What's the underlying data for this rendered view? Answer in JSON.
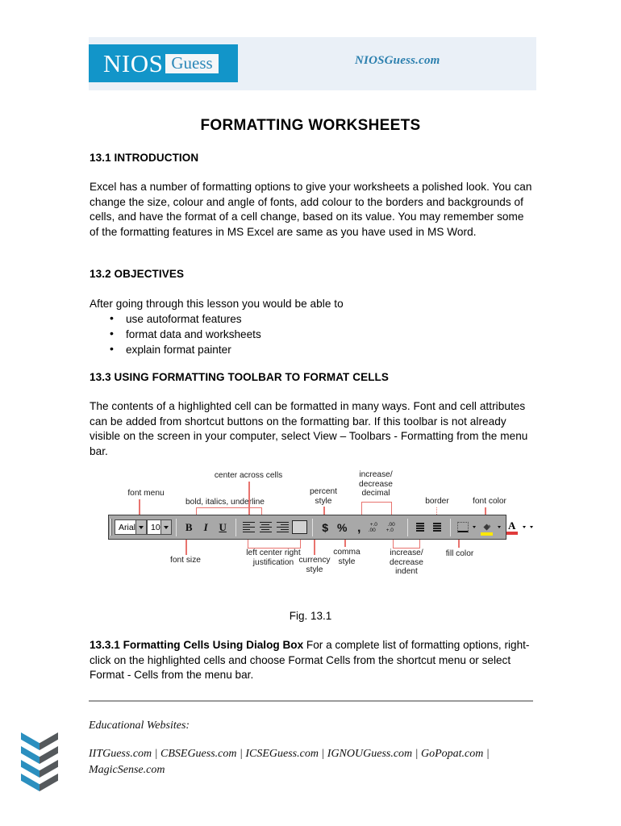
{
  "header": {
    "logo_primary": "NIOS",
    "logo_secondary": "Guess",
    "site_name": "NIOSGuess.com",
    "band_color": "#eaf0f7",
    "logo_color": "#1295c9",
    "site_name_color": "#2b7fae"
  },
  "document": {
    "title": "FORMATTING WORKSHEETS",
    "sections": [
      {
        "heading": "13.1 INTRODUCTION",
        "body": "Excel has a number of formatting options to give your worksheets a polished look.  You can change the size, colour and angle of fonts, add colour to the borders and backgrounds of cells, and have the format of a cell change, based on its value.  You may remember some of the formatting features in MS Excel are same as you have used in MS Word."
      },
      {
        "heading": "13.2 OBJECTIVES",
        "body": "After going through  this lesson you would be  able to",
        "bullets": [
          "use autoformat features",
          "format data and worksheets",
          "explain format painter"
        ]
      },
      {
        "heading": "13.3 USING FORMATTING TOOLBAR TO FORMAT CELLS",
        "body": "The contents of a highlighted cell can be formatted in many ways. Font and cell attributes can be added from shortcut buttons on the formatting bar. If this toolbar is not already visible on the screen in your computer, select  View – Toolbars  - Formatting from the menu bar."
      }
    ],
    "figure_caption": "Fig. 13.1",
    "subsection": {
      "heading": "13.3.1 Formatting Cells Using Dialog Box",
      "body": " For a complete list of formatting options, right-click on the highlighted cells and choose Format Cells from the shortcut menu or select Format - Cells from the menu bar."
    }
  },
  "figure": {
    "leader_color": "#e8736e",
    "toolbar_bg": "#a8a8a8",
    "toolbar": {
      "font_name": "Arial",
      "font_size": "10",
      "bold": "B",
      "italic": "I",
      "underline": "U",
      "currency": "$",
      "percent": "%",
      "comma": ",",
      "increase_decimal_top": "+.0",
      "increase_decimal_bottom": ".00",
      "decrease_decimal_top": ".00",
      "decrease_decimal_bottom": "+.0",
      "font_color_letter": "A",
      "fill_color_swatch": "#ffe800",
      "font_color_swatch": "#e03b3b"
    },
    "labels_top": [
      "font menu",
      "bold, italics, underline",
      "center across cells",
      "percent style",
      "increase/ decrease decimal",
      "border",
      "font color"
    ],
    "labels_bottom": [
      "font size",
      "left  center  right justification",
      "currency style",
      "comma style",
      "increase/ decrease indent",
      "fill color"
    ],
    "label_font_menu": "font menu",
    "label_bold_italics_underline": "bold, italics, underline",
    "label_center_across_cells": "center across cells",
    "label_percent_style_l1": "percent",
    "label_percent_style_l2": "style",
    "label_decimal_l1": "increase/",
    "label_decimal_l2": "decrease",
    "label_decimal_l3": "decimal",
    "label_border": "border",
    "label_font_color": "font color",
    "label_font_size": "font size",
    "label_justify_l1": "left  center  right",
    "label_justify_l2": "justification",
    "label_currency_l1": "currency",
    "label_currency_l2": "style",
    "label_comma_l1": "comma",
    "label_comma_l2": "style",
    "label_indent_l1": "increase/",
    "label_indent_l2": "decrease",
    "label_indent_l3": "indent",
    "label_fill_color": "fill color"
  },
  "footer": {
    "educational_websites_label": "Educational Websites:",
    "links_line1": "IITGuess.com | CBSEGuess.com | ICSEGuess.com | IGNOUGuess.com | GoPopat.com |",
    "links_line2": "MagicSense.com",
    "chevron_left_color": "#2b8fbf",
    "chevron_right_color": "#55595c"
  }
}
